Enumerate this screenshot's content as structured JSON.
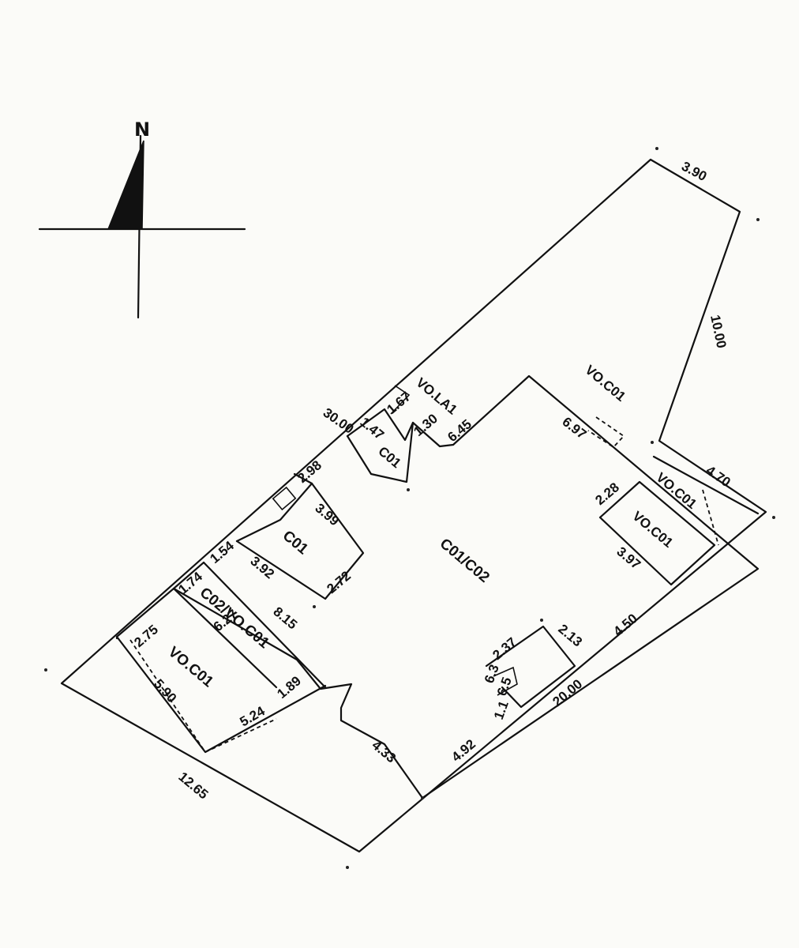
{
  "compass": {
    "north_label": "N"
  },
  "labels": {
    "d_3_90": "3.90",
    "d_10_00": "10.00",
    "d_30_00": "30.00",
    "vo_la1": "VO.LA1",
    "vo_c01_top": "VO.C01",
    "d_6_45": "6.45",
    "d_6_97": "6.97",
    "d_1_47": "1.47",
    "d_1_67": "1.67",
    "d_1_30": "1.30",
    "c01_small": "C01",
    "d_2_98": "2.98",
    "vo_c01_mid": "VO.C01",
    "d_4_70": "4.70",
    "d_2_28": "2.28",
    "vo_c01_box": "VO.C01",
    "d_3_97": "3.97",
    "d_3_99": "3.99",
    "c01_room": "C01",
    "c01_c02": "C01/C02",
    "d_1_54": "1.54",
    "d_3_92": "3.92",
    "d_2_72": "2.72",
    "d_1_74": "1.74",
    "c02_vo_c01": "C02/VO.C01",
    "d_8_15": "8.15",
    "d_6_27": "6.27",
    "d_2_75": "2.75",
    "vo_c01_left": "VO.C01",
    "d_5_90": "5.90",
    "d_5_24": "5.24",
    "d_1_89": "1.89",
    "d_4_50": "4.50",
    "d_2_37": "2.37",
    "d_2_13": "2.13",
    "d_20_00": "20.00",
    "d_6_3": "6.3",
    "d_6_5": "6.5",
    "d_1_1": "1.1",
    "d_4_33": "4.33",
    "d_4_92": "4.92",
    "d_12_65": "12.65"
  }
}
